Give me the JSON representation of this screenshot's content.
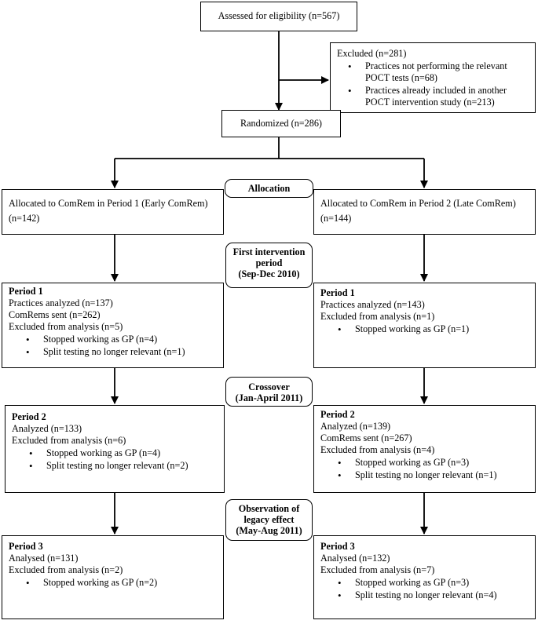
{
  "eligibility": "Assessed for eligibility (n=567)",
  "excluded": {
    "title": "Excluded (n=281)",
    "items": [
      "Practices not performing the relevant POCT tests (n=68)",
      "Practices already included in another POCT intervention study (n=213)"
    ]
  },
  "randomized": "Randomized (n=286)",
  "phases": {
    "allocation": "Allocation",
    "first_period": [
      "First intervention",
      "period",
      "(Sep-Dec 2010)"
    ],
    "crossover": [
      "Crossover",
      "(Jan-April 2011)"
    ],
    "legacy": [
      "Observation of",
      "legacy effect",
      "(May-Aug 2011)"
    ]
  },
  "left": {
    "allocated": "Allocated to ComRem in Period 1 (Early ComRem)",
    "allocated_n": "(n=142)",
    "p1": {
      "title": "Period 1",
      "lines": [
        "Practices analyzed (n=137)",
        "ComRems sent (n=262)",
        "Excluded from analysis (n=5)"
      ],
      "items": [
        "Stopped working as GP (n=4)",
        "Split testing no longer relevant (n=1)"
      ]
    },
    "p2": {
      "title": "Period 2",
      "lines": [
        "Analyzed (n=133)",
        "Excluded from analysis (n=6)"
      ],
      "items": [
        "Stopped working as GP (n=4)",
        "Split testing no longer relevant (n=2)"
      ]
    },
    "p3": {
      "title": "Period 3",
      "lines": [
        "Analysed (n=131)",
        "Excluded from analysis (n=2)"
      ],
      "items": [
        "Stopped working as GP (n=2)"
      ]
    }
  },
  "right": {
    "allocated": "Allocated to ComRem in Period 2 (Late ComRem)",
    "allocated_n": "(n=144)",
    "p1": {
      "title": "Period 1",
      "lines": [
        "Practices analyzed (n=143)",
        "Excluded from analysis (n=1)"
      ],
      "items": [
        "Stopped working as GP (n=1)"
      ]
    },
    "p2": {
      "title": "Period 2",
      "lines": [
        "Analyzed (n=139)",
        "ComRems sent (n=267)",
        "Excluded from analysis (n=4)"
      ],
      "items": [
        "Stopped working as GP (n=3)",
        "Split testing no longer relevant (n=1)"
      ]
    },
    "p3": {
      "title": "Period 3",
      "lines": [
        "Analysed (n=132)",
        "Excluded from analysis (n=7)"
      ],
      "items": [
        "Stopped working as GP (n=3)",
        "Split testing no longer relevant (n=4)"
      ]
    }
  }
}
